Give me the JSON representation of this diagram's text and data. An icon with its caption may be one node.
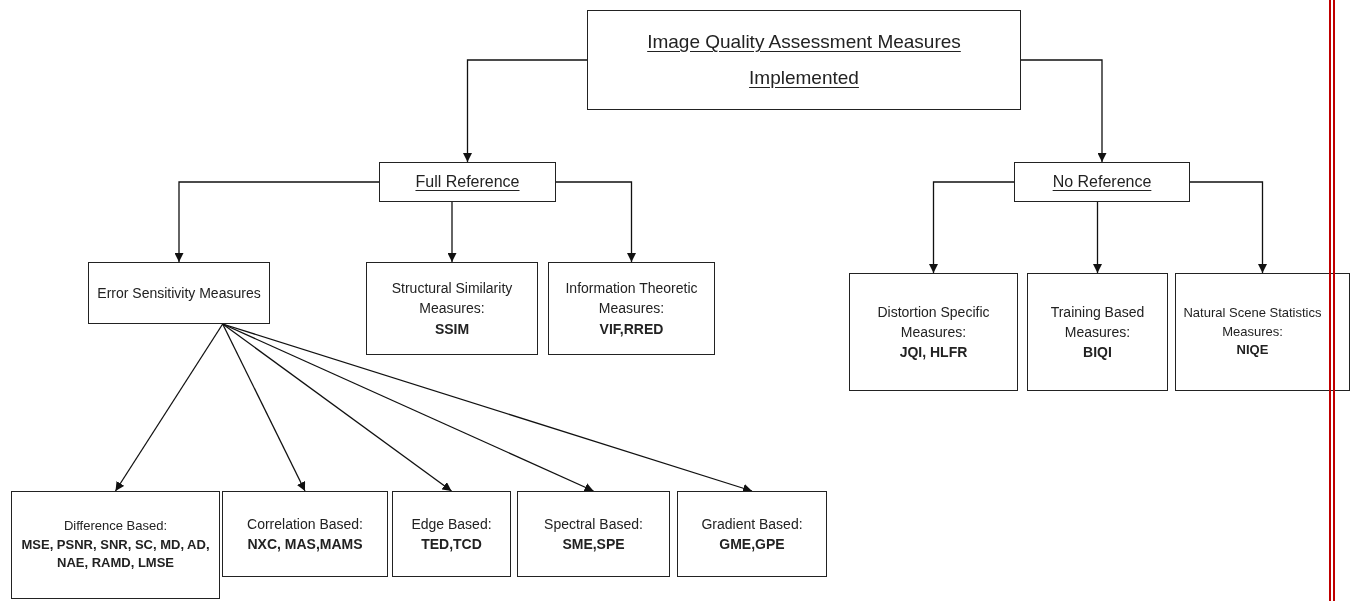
{
  "diagram": {
    "nodes": [
      {
        "text": [
          "Image Quality Assessment Measures Implemented"
        ]
      },
      {
        "text": [
          "Full Reference"
        ]
      },
      {
        "text": [
          "No Reference"
        ]
      },
      {
        "text": [
          "Error Sensitivity Measures"
        ]
      },
      {
        "text": [
          "Structural Similarity Measures:",
          "SSIM"
        ]
      },
      {
        "text": [
          "Information Theoretic Measures:",
          "VIF,RRED"
        ]
      },
      {
        "text": [
          "Distortion Specific Measures:",
          "JQI, HLFR"
        ]
      },
      {
        "text": [
          "Training Based Measures:",
          "BIQI"
        ]
      },
      {
        "text": [
          "Natural Scene Statistics Measures:",
          "NIQE"
        ]
      },
      {
        "text": [
          "Difference Based:",
          "MSE, PSNR, SNR, SC, MD, AD, NAE, RAMD, LMSE"
        ]
      },
      {
        "text": [
          "Correlation Based:",
          "NXC, MAS,MAMS"
        ]
      },
      {
        "text": [
          "Edge Based:",
          "TED,TCD"
        ]
      },
      {
        "text": [
          "Spectral Based:",
          "SME,SPE"
        ]
      },
      {
        "text": [
          "Gradient Based:",
          "GME,GPE"
        ]
      }
    ],
    "edges": [
      {
        "from": 0,
        "to": 1,
        "arrow": "to"
      },
      {
        "from": 0,
        "to": 2,
        "arrow": "to"
      },
      {
        "from": 1,
        "to": 3,
        "arrow": "to"
      },
      {
        "from": 1,
        "to": 4,
        "arrow": "to"
      },
      {
        "from": 1,
        "to": 5,
        "arrow": "to"
      },
      {
        "from": 2,
        "to": 6,
        "arrow": "to"
      },
      {
        "from": 2,
        "to": 7,
        "arrow": "to"
      },
      {
        "from": 2,
        "to": 8,
        "arrow": "to"
      },
      {
        "from": 3,
        "to": 9,
        "arrow": "to"
      },
      {
        "from": 3,
        "to": 10,
        "arrow": "to"
      },
      {
        "from": 3,
        "to": 11,
        "arrow": "to"
      },
      {
        "from": 3,
        "to": 12,
        "arrow": "to"
      },
      {
        "from": 3,
        "to": 13,
        "arrow": "to"
      }
    ]
  }
}
